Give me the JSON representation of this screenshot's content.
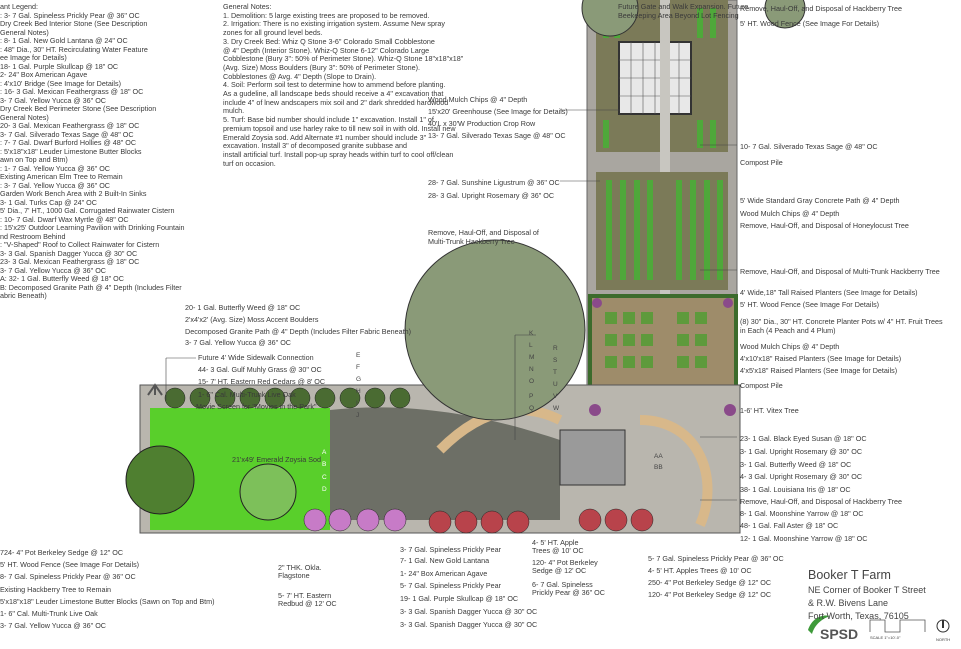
{
  "legend": [
    "ant Legend:",
    ": 3- 7 Gal. Spineless Prickly Pear @ 36\" OC",
    "Dry Creek Bed Interior Stone (See Description",
    "General Notes)",
    ": 8- 1 Gal. New Gold Lantana @ 24\" OC",
    ": 48\" Dia., 30\" HT. Recirculating Water Feature",
    "ee Image for Details)",
    "18- 1 Gal. Purple Skullcap @ 18\" OC",
    "2- 24\" Box American Agave",
    ": 4'x10' Bridge (See Image for Details)",
    ": 16- 3 Gal. Mexican Feathergrass @ 18\" OC",
    "3- 7 Gal. Yellow Yucca @ 36\" OC",
    "Dry Creek Bed Perimeter Stone (See Description",
    "General Notes)",
    "20- 3 Gal. Mexican Feathergrass @ 18\" OC",
    "3- 7 Gal. Silverado Texas Sage @ 48\" OC",
    ": 7- 7 Gal. Dwarf Burford Hollies @ 48\" OC",
    ": 5'x18\"x18\" Leuder Limestone Butter Blocks",
    "awn on Top and Btm)",
    ": 1- 7 Gal. Yellow Yucca @ 36\" OC",
    "Existing American Elm Tree to Remain",
    ": 3- 7 Gal. Yellow Yucca @ 36\" OC",
    "Garden Work Bench Area with 2 Built-In Sinks",
    "3- 1 Gal. Turks Cap @ 24\" OC",
    "5' Dia., 7' HT., 1000 Gal. Corrugated Rainwater Cistern",
    ": 10- 7 Gal. Dwarf Wax Myrtle @ 48\" OC",
    ": 15'x25' Outdoor Learning Pavilion with Drinking Fountain",
    "nd Restroom Behind",
    ": \"V-Shaped\" Roof to Collect Rainwater for Cistern",
    "3- 3 Gal. Spanish Dagger Yucca @ 30\" OC",
    "23- 3 Gal. Mexican Feathergrass @ 18\" OC",
    "3- 7 Gal. Yellow Yucca @ 36\" OC",
    "A: 32- 1 Gal. Butterfly Weed @ 18\" OC",
    "B: Decomposed Granite Path @ 4\" Depth (Includes Filter",
    "abric Beneath)"
  ],
  "notes": [
    "General Notes:",
    "1. Demolition: 5 large existing trees are proposed to be removed.",
    "2. Irrigation: There is no existing irrigation system. Assume New spray",
    "zones for all ground level beds.",
    "3. Dry Creek Bed: Whiz Q Stone 3-6\" Colorado Small Cobblestone",
    "@ 4\" Depth (Interior Stone). Whiz-Q Stone 6-12\" Colorado Large",
    "Cobblestone (Bury 3\": 50% of Perimeter Stone). Whiz-Q Stone 18\"x18\"x18\"",
    "(Avg. Size) Moss Boulders (Bury 3\": 50% of Perimeter Stone).",
    "Cobblestones @ Avg. 4\" Depth (Slope to Drain).",
    "4. Soil: Perform soil test to determine how to ammend before planting.",
    "As a gudeline, all landscape beds should receive a 4\" excavation that",
    "include 4\" of lnew andscapers mix soil and 2\" dark shredded hardwood",
    "mulch.",
    "5. Turf: Base bid number should include 1\" excavation. Install 1\" of",
    "premium topsoil and use harley rake to till new soil in with old. Install new",
    "Emerald Zoysia sod. Add Alternate #1 number should include 3\"",
    "excavation. Install 3\" of decomposed granite subbase and",
    "install artificial turf. Install pop-up spray heads within turf to cool off/clean",
    "turf on occasion."
  ],
  "callouts_right": [
    "Future Gate and Walk Expansion. Future",
    "Beekeeping Area Beyond Lot Fencing",
    "Remove, Haul-Off, and Disposal of Hackberry Tree",
    "5' HT. Wood Fence (See Image For Details)",
    "Wood Mulch Chips @ 4\" Depth",
    "15'x20' Greenhouse (See Image for Details)",
    "40'L x 30'W Production Crop Row",
    "13- 7 Gal. Silverado Texas Sage @ 48\" OC",
    "10- 7 Gal. Silverado Texas Sage @ 48\" OC",
    "Compost Pile",
    "28- 7 Gal. Sunshine Ligustrum @ 36\" OC",
    "28- 3 Gal. Upright Rosemary @ 36\" OC",
    "5' Wide Standard Gray Concrete Path @ 4\" Depth",
    "Wood Mulch Chips @ 4\" Depth",
    "Remove, Haul-Off, and Disposal of Honeylocust Tree",
    "Remove, Haul-Off, and Disposal of",
    "Multi-Trunk Hackberry Tree",
    "Remove, Haul-Off, and Disposal of Multi-Trunk Hackberry Tree",
    "4' Wide,18\" Tall Raised Planters (See Image for Details)",
    "5' HT. Wood Fence (See Image For Details)",
    "(8) 30\" Dia., 30\" HT. Concrete Planter Pots w/ 4\" HT. Fruit Trees",
    "in Each (4 Peach and 4 Plum)",
    "Wood Mulch Chips @ 4\" Depth",
    "4'x10'x18\" Raised Planters (See Image for Details)",
    "4'x5'x18\" Raised Planters (See Image for Details)",
    "Compost Pile",
    "1-6' HT. Vitex Tree",
    "23- 1 Gal. Black Eyed Susan @ 18\" OC",
    "3- 1 Gal. Upright Rosemary @ 30\" OC",
    "3- 1 Gal. Butterfly Weed @ 18\" OC",
    "4- 3 Gal. Upright Rosemary @ 30\" OC",
    "38- 1 Gal. Louisiana Iris @ 18\" OC",
    "Remove, Haul-Off, and Disposal of Hackberry Tree",
    "8- 1 Gal. Moonshine Yarrow @ 18\" OC",
    "48- 1 Gal. Fall Aster @ 18\" OC",
    "12- 1 Gal. Moonshine Yarrow @ 18\" OC",
    "5- 7 Gal. Spineless Prickly Pear @ 36\" OC",
    "4- 5' HT. Apples Trees @ 10' OC",
    "250- 4\" Pot Berkeley Sedge @ 12\" OC",
    "120- 4\" Pot Berkeley Sedge @ 12\" OC"
  ],
  "callouts_mid": [
    "20- 1 Gal. Butterfly Weed @ 18\" OC",
    "2'x4'x2' (Avg. Size) Moss Accent Boulders",
    "Decomposed Granite Path @ 4\" Depth (Includes Filter Fabric Beneath)",
    "3- 7 Gal. Yellow Yucca @ 36\" OC",
    "Future 4' Wide Sidewalk Connection",
    "44- 3 Gal. Gulf Muhly Grass @ 30\" OC",
    "15- 7' HT. Eastern Red Cedars @ 8' OC",
    "1- 6\" Cal. Multi-Trunk Live Oak",
    "Movie Screen for \"Movies in the Park\"",
    "21'x49' Emerald Zoysia Sod"
  ],
  "callouts_bottom_left": [
    "724- 4\" Pot Berkeley Sedge @ 12\" OC",
    "5' HT. Wood Fence (See Image For Details)",
    "8- 7 Gal. Spineless Prickly Pear @ 36\" OC",
    "Existing Hackberry Tree to Remain",
    "5'x18\"x18\" Leuder Limestone Butter Blocks (Sawn on Top and Btm)",
    "1- 6\" Cal. Multi-Trunk Live Oak",
    "3- 7 Gal. Yellow Yucca @ 36\" OC",
    "2\" THK. Okla.",
    "Flagstone",
    "5- 7' HT. Eastern",
    "Redbud @ 12' OC"
  ],
  "callouts_bottom_mid": [
    "3- 7 Gal. Spineless Prickly Pear",
    "7- 1 Gal. New Gold Lantana",
    "1- 24\" Box American Agave",
    "5- 7 Gal. Spineless Prickly Pear",
    "19- 1 Gal. Purple Skullcap @ 18\" OC",
    "3- 3 Gal. Spanish Dagger Yucca @ 30\" OC",
    "3- 3 Gal. Spanish Dagger Yucca @ 30\" OC",
    "4- 5' HT. Apple",
    "Trees @ 10' OC",
    "120- 4\" Pot Berkeley",
    "Sedge @ 12' OC",
    "6- 7 Gal. Spineless",
    "Prickly Pear @ 36\" OC"
  ],
  "key_letters": [
    "A",
    "B",
    "C",
    "D",
    "E",
    "F",
    "G",
    "H",
    "I",
    "J",
    "K",
    "L",
    "M",
    "N",
    "O",
    "P",
    "Q",
    "R",
    "S",
    "T",
    "U",
    "V",
    "W",
    "AA",
    "BB"
  ],
  "title_block": {
    "title": "Booker T Farm",
    "line1": "NE Corner of Booker T Street",
    "line2": "& R.W. Bivens Lane",
    "line3": "Fort Worth, Texas, 76105",
    "logo": "SPSD",
    "scale": "SCALE 1\"=10'-0\"",
    "north": "NORTH"
  },
  "colors": {
    "turf": "#59cf2b",
    "path": "#b9b6ae",
    "bed": "#6f7f4a",
    "planter": "#5e9a3c",
    "red_shrub": "#b8434b",
    "purple_shrub": "#c77bc7",
    "tree": "#8a9a78"
  }
}
